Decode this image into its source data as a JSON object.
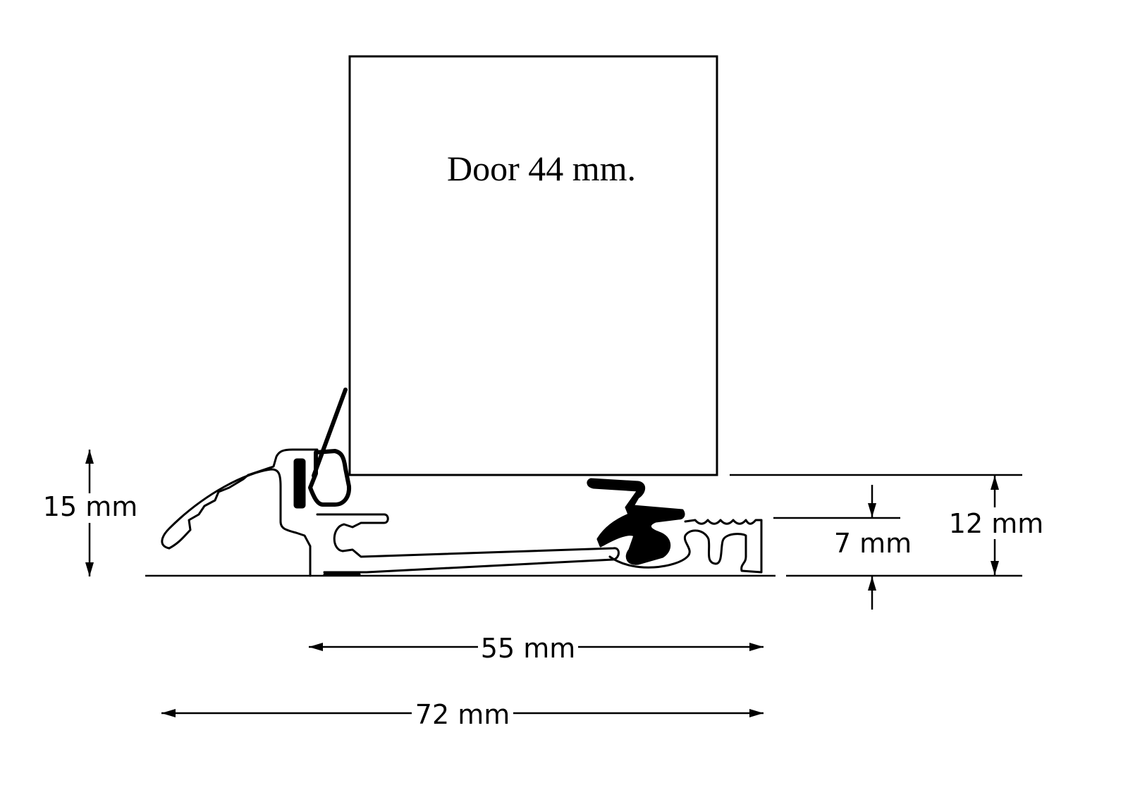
{
  "door": {
    "label": "Door 44 mm."
  },
  "dimensions": {
    "height_total": "15 mm",
    "height_right": "12 mm",
    "gap": "7 mm",
    "width_base": "55 mm",
    "width_total": "72 mm"
  },
  "colors": {
    "line": "#000000",
    "background": "#ffffff"
  }
}
